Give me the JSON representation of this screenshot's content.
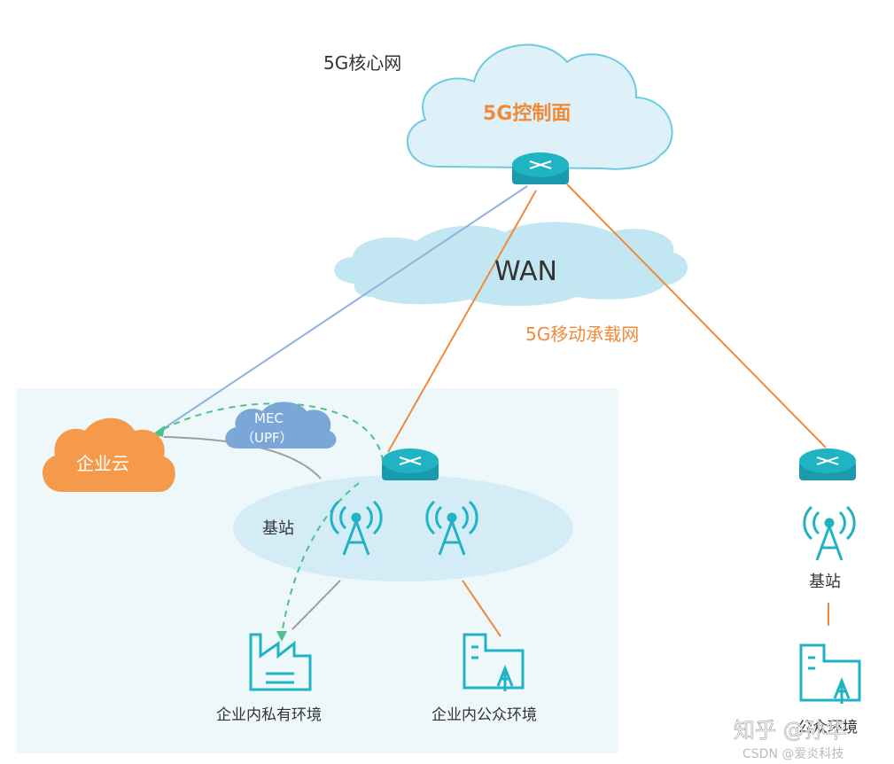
{
  "labels": {
    "core_network": "5G核心网",
    "control_plane": "5G控制面",
    "wan": "WAN",
    "bearer_network": "5G移动承载网",
    "enterprise_cloud": "企业云",
    "mec_line1": "MEC",
    "mec_line2": "（UPF）",
    "base_station_left": "基站",
    "base_station_right": "基站",
    "private_env": "企业内私有环境",
    "public_env_inside": "企业内公众环境",
    "public_env_outside": "公众环境"
  },
  "watermark": {
    "zhihu": "知乎 @孙华",
    "csdn": "CSDN @爱炎科技"
  },
  "colors": {
    "teal": "#1fb3c3",
    "orange": "#f08a3a",
    "blue_line": "#8fb2dc",
    "gray_line": "#9aa0a6",
    "dashed_green": "#4cc28a",
    "cloud_fill": "#def1f8",
    "cloud_stroke": "#6ccbe0",
    "wan_cloud": "#c3e7f2",
    "mec_cloud": "#7aa7d8",
    "enterprise_cloud": "#f49a4a",
    "enterprise_bg": "#eef7fa",
    "base_ellipse": "#d4ecf6"
  }
}
